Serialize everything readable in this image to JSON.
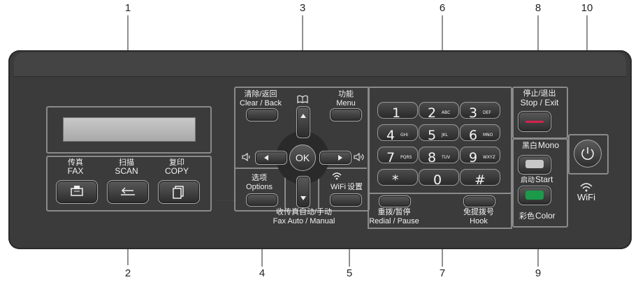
{
  "callouts": [
    "1",
    "2",
    "3",
    "4",
    "5",
    "6",
    "7",
    "8",
    "9",
    "10"
  ],
  "labels": {
    "fax_cn": "传真",
    "fax_en": "FAX",
    "scan_cn": "扫描",
    "scan_en": "SCAN",
    "copy_cn": "复印",
    "copy_en": "COPY",
    "clear_cn": "清除/返回",
    "clear_en": "Clear / Back",
    "menu_cn": "功能",
    "menu_en": "Menu",
    "ok": "OK",
    "options_cn": "选项",
    "options_en": "Options",
    "wifi_en": "WiFi",
    "wifi_cn": "设置",
    "faxmode_cn": "收传真自动/手动",
    "faxmode_en": "Fax Auto / Manual",
    "redial_cn": "重拨/暂停",
    "redial_en": "Redial / Pause",
    "hook_cn": "免提拨号",
    "hook_en": "Hook",
    "stop_cn": "停止/退出",
    "stop_en": "Stop / Exit",
    "mono_cn": "黑白",
    "mono_en": "Mono",
    "start_cn": "启动",
    "start_en": "Start",
    "color_cn": "彩色",
    "color_en": "Color",
    "wifi_status": "WiFi"
  },
  "dialpad": [
    {
      "d": "1",
      "s": ""
    },
    {
      "d": "2",
      "s": "ABC"
    },
    {
      "d": "3",
      "s": "DEF"
    },
    {
      "d": "4",
      "s": "GHI"
    },
    {
      "d": "5",
      "s": "JKL"
    },
    {
      "d": "6",
      "s": "MNO"
    },
    {
      "d": "7",
      "s": "PQRS"
    },
    {
      "d": "8",
      "s": "TUV"
    },
    {
      "d": "9",
      "s": "WXYZ"
    },
    {
      "d": "*",
      "s": ""
    },
    {
      "d": "0",
      "s": ""
    },
    {
      "d": "#",
      "s": ""
    }
  ],
  "colors": {
    "stop_accent": "#d6224e",
    "start_green": "#1b9a4a",
    "panel": "#3a3a3a"
  }
}
